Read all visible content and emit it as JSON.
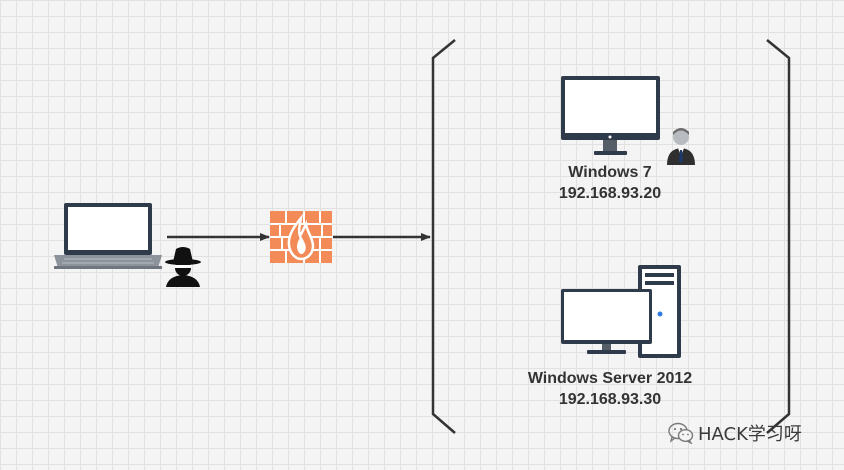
{
  "nodes": {
    "win7": {
      "name": "Windows 7",
      "ip": "192.168.93.20"
    },
    "server": {
      "name": "Windows Server 2012",
      "ip": "192.168.93.30"
    }
  },
  "watermark": {
    "text": "HACK学习呀",
    "icon": "wechat-icon"
  },
  "colors": {
    "firewall": "#f28b57",
    "firewall_mortar": "#ffffff",
    "line": "#333333",
    "screen_frame": "#2f3b4a",
    "screen_fill": "#ffffff",
    "person": "#2f2f2f"
  }
}
